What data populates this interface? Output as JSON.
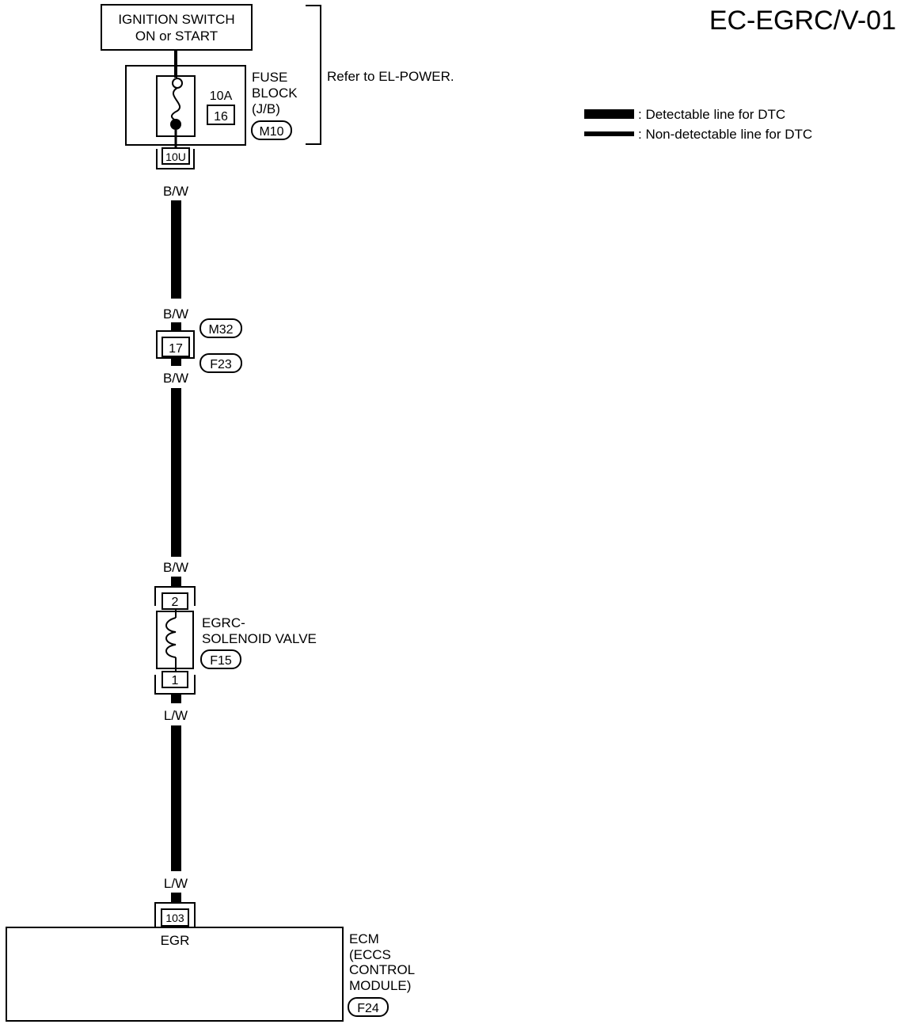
{
  "title": "EC-EGRC/V-01",
  "ignition": {
    "line1": "IGNITION SWITCH",
    "line2": "ON or START"
  },
  "fuse": {
    "amp": "10A",
    "number": "16",
    "label": [
      "FUSE",
      "BLOCK",
      "(J/B)"
    ],
    "connector": "M10",
    "terminal": "10U"
  },
  "refer_note": "Refer to EL-POWER.",
  "legend": {
    "detectable": ": Detectable line for DTC",
    "non_detectable": ": Non-detectable line for DTC"
  },
  "wires": {
    "bw_1": "B/W",
    "bw_2": "B/W",
    "bw_3": "B/W",
    "bw_4": "B/W",
    "lw_1": "L/W",
    "lw_2": "L/W"
  },
  "joint_connector": {
    "pin": "17",
    "upper": "M32",
    "lower": "F23"
  },
  "valve": {
    "label": [
      "EGRC-",
      "SOLENOID VALVE"
    ],
    "connector": "F15",
    "pin_top": "2",
    "pin_bottom": "1"
  },
  "ecm": {
    "pin": "103",
    "terminal_label": "EGR",
    "label": [
      "ECM",
      "(ECCS",
      "CONTROL",
      "MODULE)"
    ],
    "connector": "F24"
  },
  "colors": {
    "line": "#000000",
    "background": "#ffffff"
  }
}
